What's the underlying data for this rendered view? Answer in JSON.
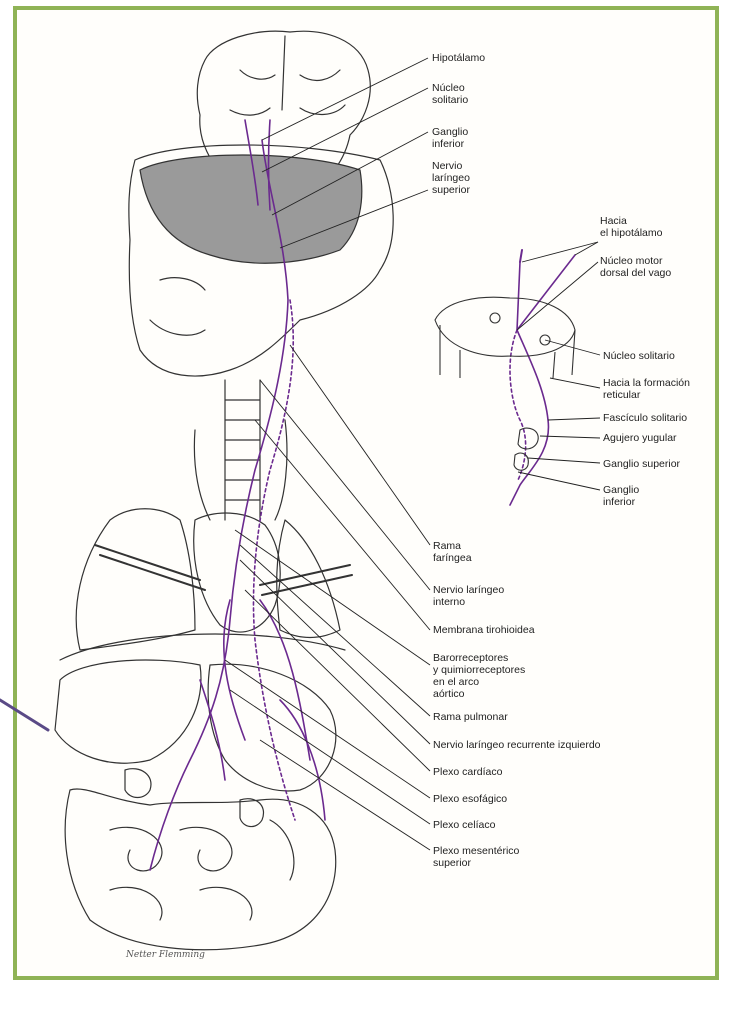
{
  "labels": {
    "hipotalamo": "Hipotálamo",
    "nucleo_solitario": [
      "Núcleo",
      "solitario"
    ],
    "ganglio_inferior": [
      "Ganglio",
      "inferior"
    ],
    "nervio_laringeo_superior": [
      "Nervio",
      "laríngeo",
      "superior"
    ],
    "hacia_hipotalamo": [
      "Hacia",
      "el hipotálamo"
    ],
    "nucleo_motor": [
      "Núcleo motor",
      "dorsal del vago"
    ],
    "nucleo_solitario_inset": "Núcleo solitario",
    "hacia_formacion": [
      "Hacia la formación",
      "reticular"
    ],
    "fasciculo_solitario": "Fascículo solitario",
    "agujero_yugular": "Agujero yugular",
    "ganglio_superior": "Ganglio superior",
    "ganglio_inferior_inset": [
      "Ganglio",
      "inferior"
    ],
    "rama_faringea": [
      "Rama",
      "faríngea"
    ],
    "nervio_laringeo_interno": [
      "Nervio laríngeo",
      "interno"
    ],
    "membrana_tirohioidea": "Membrana tirohioidea",
    "barorreceptores": [
      "Barorreceptores",
      "y quimiorreceptores",
      "en el arco",
      "aórtico"
    ],
    "rama_pulmonar": "Rama pulmonar",
    "nervio_recurrente": "Nervio laríngeo recurrente izquierdo",
    "plexo_cardiaco": "Plexo cardíaco",
    "plexo_esofagico": "Plexo esofágico",
    "plexo_celiaco": "Plexo celíaco",
    "plexo_mesenterico": [
      "Plexo mesentérico",
      "superior"
    ]
  },
  "signature": "Netter Flemming",
  "colors": {
    "frame": "#8fb356",
    "nerve": "#6b2a8f",
    "line": "#222222"
  }
}
